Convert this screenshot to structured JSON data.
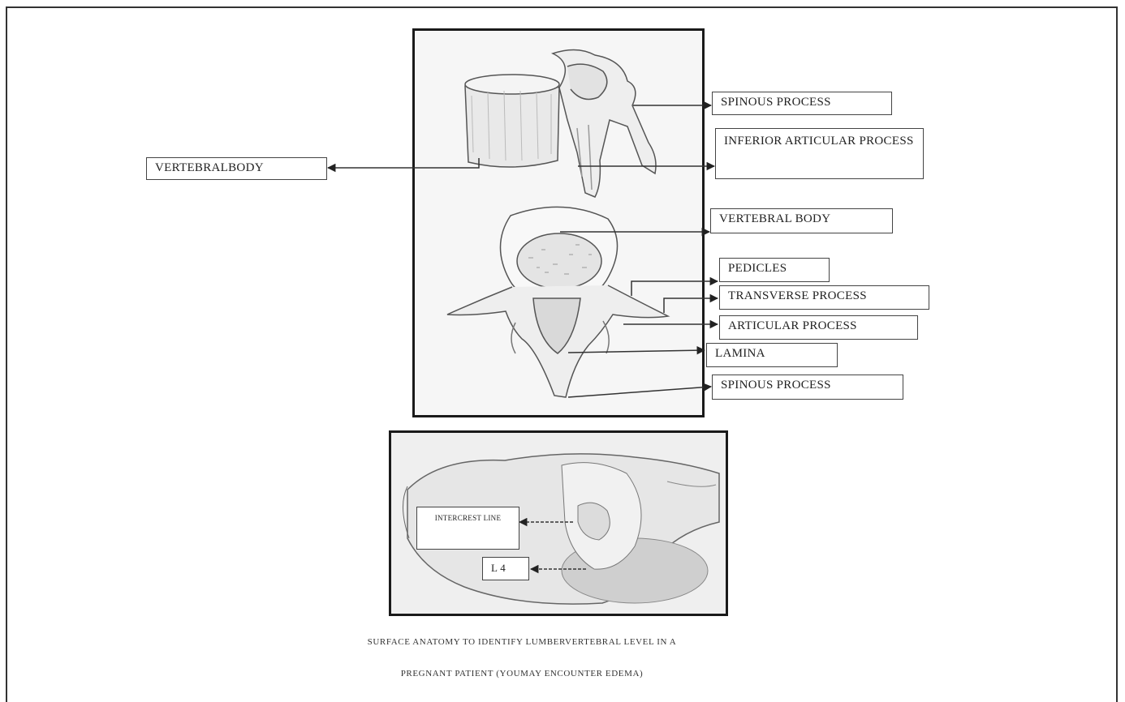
{
  "labels": {
    "vertebral_body_left": "VERTEBRALBODY",
    "spinous_process_top": "SPINOUS PROCESS",
    "inferior_articular_process": "INFERIOR ARTICULAR PROCESS",
    "vertebral_body_right": "VERTEBRAL BODY",
    "pedicles": "PEDICLES",
    "transverse_process": "TRANSVERSE PROCESS",
    "articular_process": "ARTICULAR PROCESS",
    "lamina": "LAMINA",
    "spinous_process_bottom": "SPINOUS PROCESS",
    "intercrest_line": "INTERCREST LINE",
    "l4": "L 4"
  },
  "caption": {
    "line1": "SURFACE ANATOMY TO IDENTIFY LUMBERVERTEBRAL LEVEL IN A",
    "line2": "PREGNANT PATIENT (YOUMAY ENCOUNTER EDEMA)"
  }
}
